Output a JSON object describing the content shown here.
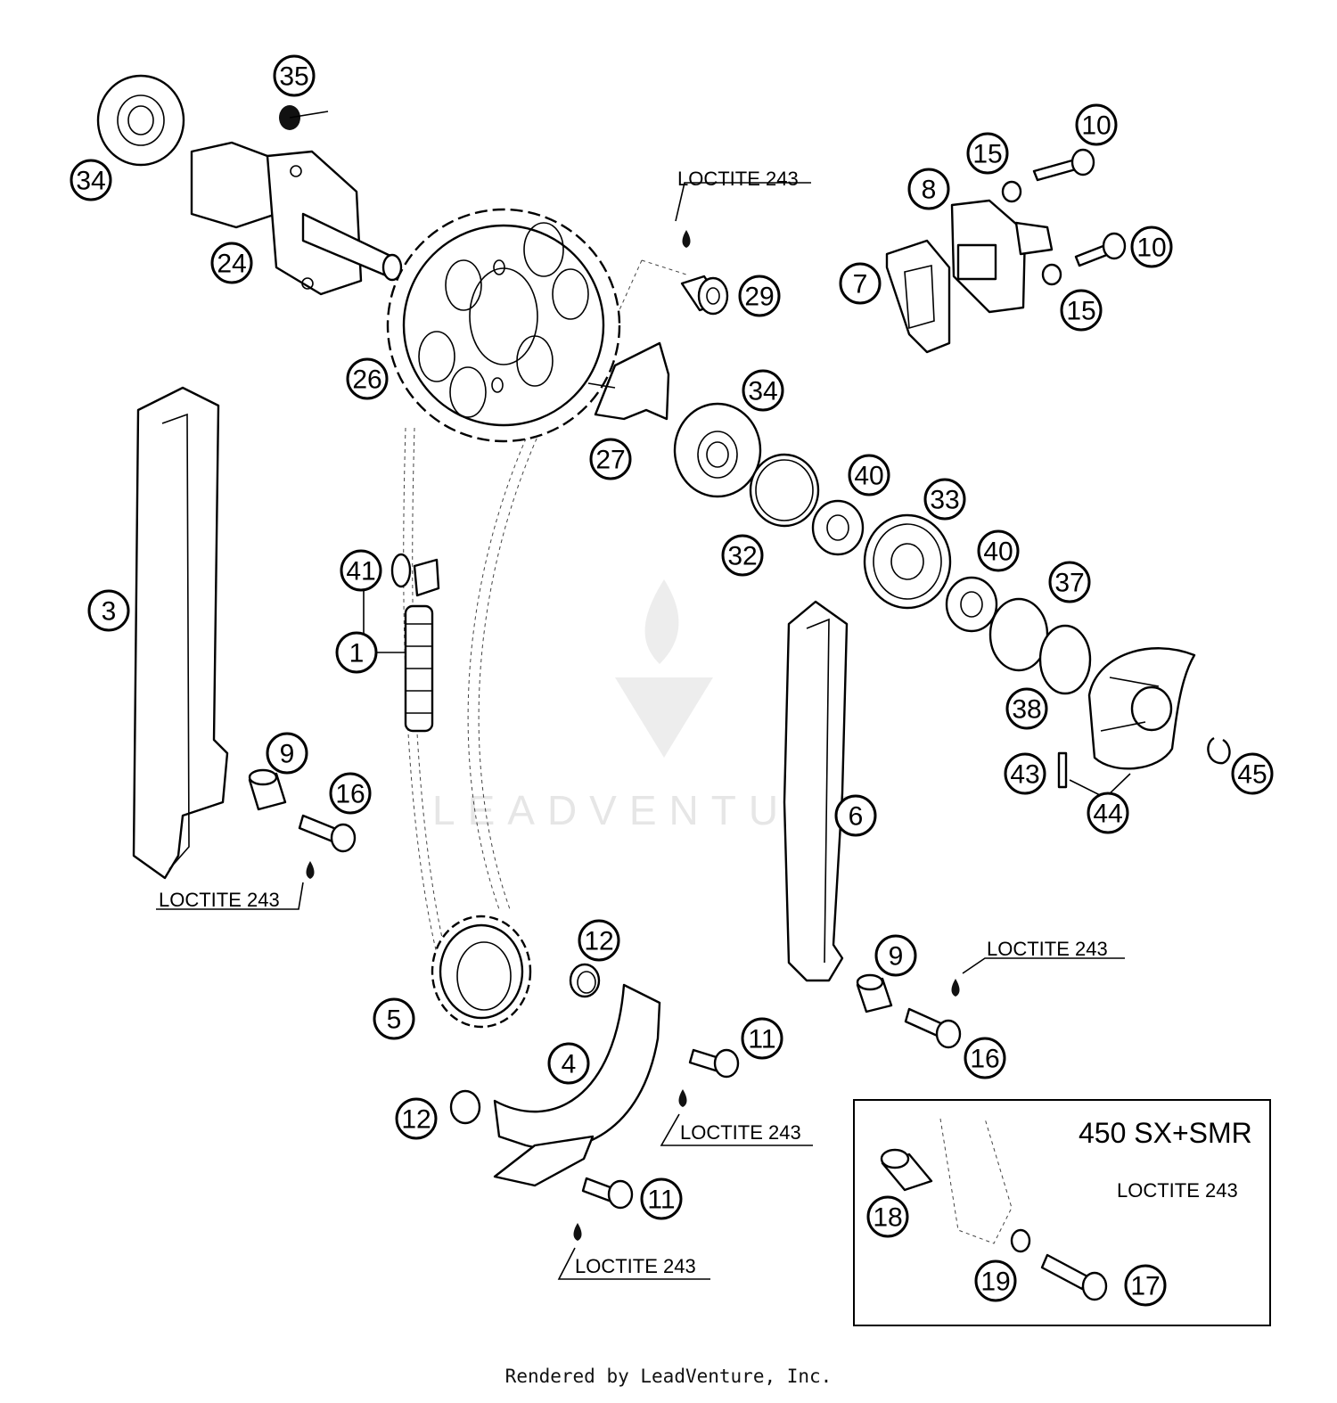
{
  "callouts": [
    "35",
    "34",
    "24",
    "26",
    "29",
    "8",
    "10",
    "15",
    "7",
    "10",
    "15",
    "27",
    "34",
    "40",
    "33",
    "32",
    "40",
    "37",
    "38",
    "43",
    "44",
    "45",
    "3",
    "41",
    "1",
    "9",
    "16",
    "6",
    "9",
    "16",
    "5",
    "12",
    "4",
    "11",
    "12",
    "11",
    "18",
    "19",
    "17"
  ],
  "notes": [
    "LOCTITE 243",
    "LOCTITE 243",
    "LOCTITE 243",
    "LOCTITE 243",
    "LOCTITE 243",
    "LOCTITE 243"
  ],
  "inset": {
    "title": "450 SX+SMR",
    "note": "LOCTITE 243"
  },
  "watermark": "LEADVENTURE",
  "footer": "Rendered by LeadVenture, Inc."
}
